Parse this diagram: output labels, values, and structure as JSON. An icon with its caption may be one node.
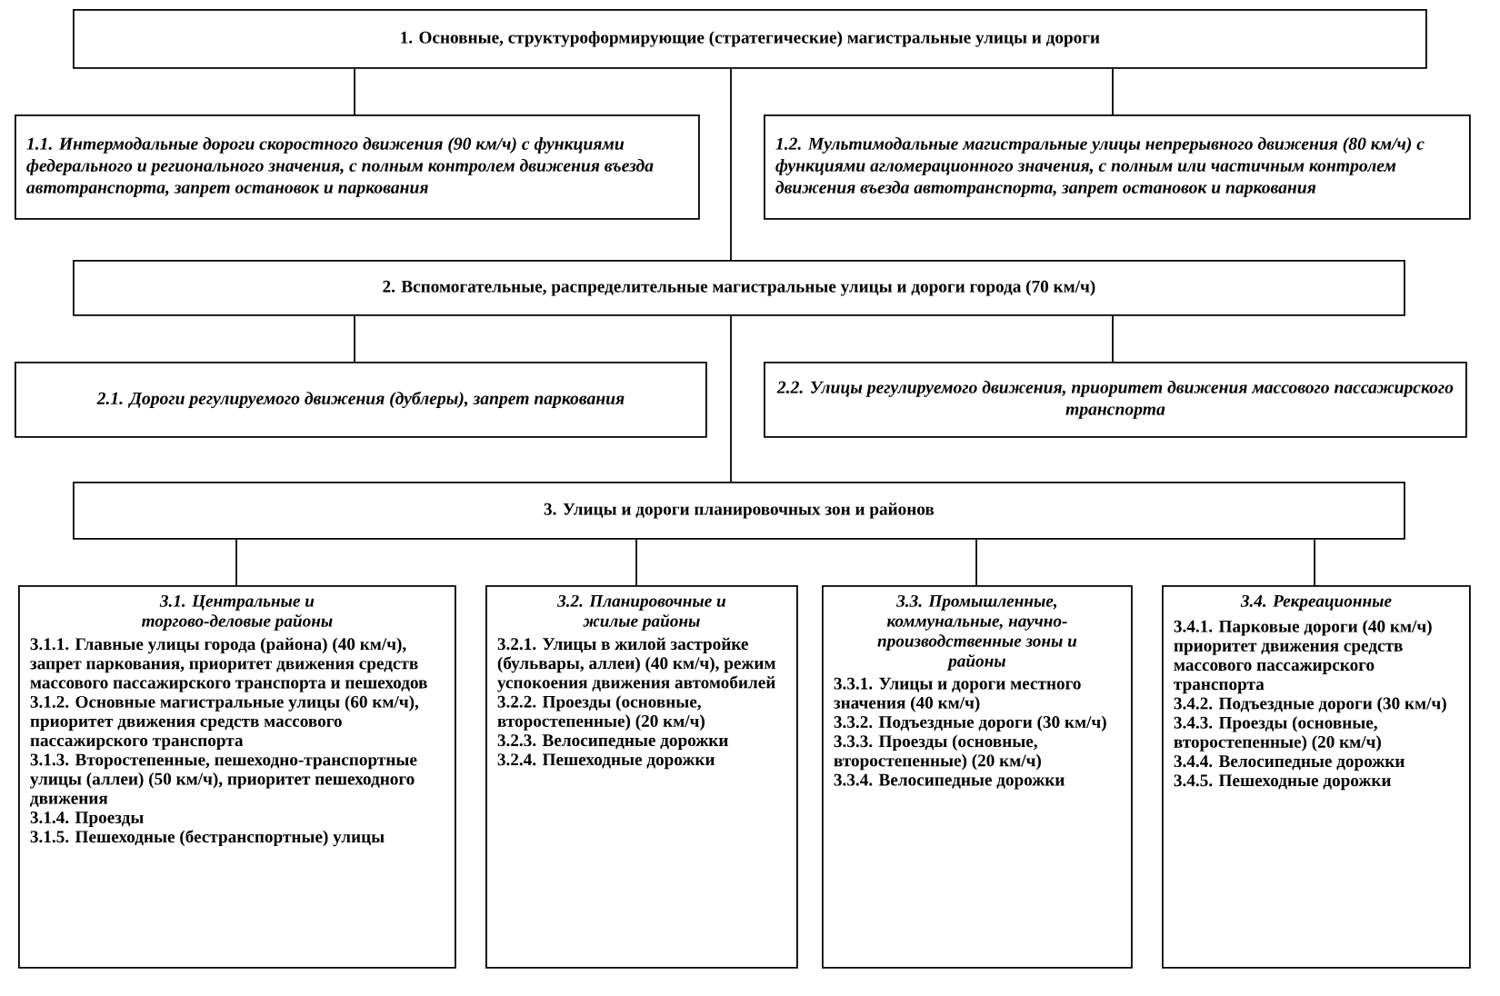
{
  "diagram": {
    "nodes": [
      {
        "text": [
          "1. Основные, структуроформирующие (стратегические) магистральные улицы и дороги"
        ]
      },
      {
        "text": [
          "1.1. Интермодальные дороги скоростного движения (90 км/ч) с функциями федерального и регионального значения, с полным контролем движения въезда автотранспорта, запрет остановок и паркования"
        ]
      },
      {
        "text": [
          "1.2. Мультимодальные магистральные улицы непрерывного движения (80 км/ч) с функциями агломерационного значения, с полным или частичным контролем движения въезда автотранспорта, запрет остановок и паркования"
        ]
      },
      {
        "text": [
          "2. Вспомогательные, распределительные магистральные улицы и дороги города (70 км/ч)"
        ]
      },
      {
        "text": [
          "2.1. Дороги регулируемого движения (дублеры), запрет паркования"
        ]
      },
      {
        "text": [
          "2.2. Улицы регулируемого движения, приоритет движения массового пассажирского транспорта"
        ]
      },
      {
        "text": [
          "3. Улицы и дороги планировочных зон и районов"
        ]
      },
      {
        "text": [
          "3.1. Центральные и торгово-деловые районы",
          "3.1.1. Главные улицы города (района) (40 км/ч), запрет паркования, приоритет движения средств массового пассажирского транспорта и пешеходов",
          "3.1.2. Основные магистральные улицы (60 км/ч), приоритет движения средств массового пассажирского транспорта",
          "3.1.3. Второстепенные, пешеходно-транспортные улицы (аллеи) (50 км/ч), приоритет пешеходного движения",
          "3.1.4. Проезды",
          "3.1.5. Пешеходные (бестранспортные) улицы"
        ]
      },
      {
        "text": [
          "3.2. Планировочные и жилые районы",
          "3.2.1. Улицы в жилой застройке (бульвары, аллеи) (40 км/ч), режим успокоения движения автомобилей",
          "3.2.2. Проезды (основные, второстепенные) (20 км/ч)",
          "3.2.3. Велосипедные дорожки",
          "3.2.4. Пешеходные дорожки"
        ]
      },
      {
        "text": [
          "3.3. Промышленные, коммунальные, научно-производственные зоны и районы",
          "3.3.1. Улицы и дороги местного значения (40 км/ч)",
          "3.3.2. Подъездные дороги (30 км/ч)",
          "3.3.3. Проезды (основные, второстепенные) (20 км/ч)",
          "3.3.4. Велосипедные дорожки"
        ]
      },
      {
        "text": [
          "3.4. Рекреационные",
          "3.4.1. Парковые дороги (40 км/ч) приоритет движения средств массового пассажирского транспорта",
          "3.4.2. Подъездные дороги (30 км/ч)",
          "3.4.3. Проезды (основные, второстепенные) (20 км/ч)",
          "3.4.4. Велосипедные дорожки",
          "3.4.5. Пешеходные дорожки"
        ]
      }
    ],
    "edges": [
      {
        "from": 0,
        "to": 1,
        "arrow": "none"
      },
      {
        "from": 0,
        "to": 2,
        "arrow": "none"
      },
      {
        "from": 0,
        "to": 3,
        "arrow": "none"
      },
      {
        "from": 3,
        "to": 4,
        "arrow": "none"
      },
      {
        "from": 3,
        "to": 5,
        "arrow": "none"
      },
      {
        "from": 3,
        "to": 6,
        "arrow": "none"
      },
      {
        "from": 6,
        "to": 7,
        "arrow": "none"
      },
      {
        "from": 6,
        "to": 8,
        "arrow": "none"
      },
      {
        "from": 6,
        "to": 9,
        "arrow": "none"
      },
      {
        "from": 6,
        "to": 10,
        "arrow": "none"
      }
    ]
  }
}
